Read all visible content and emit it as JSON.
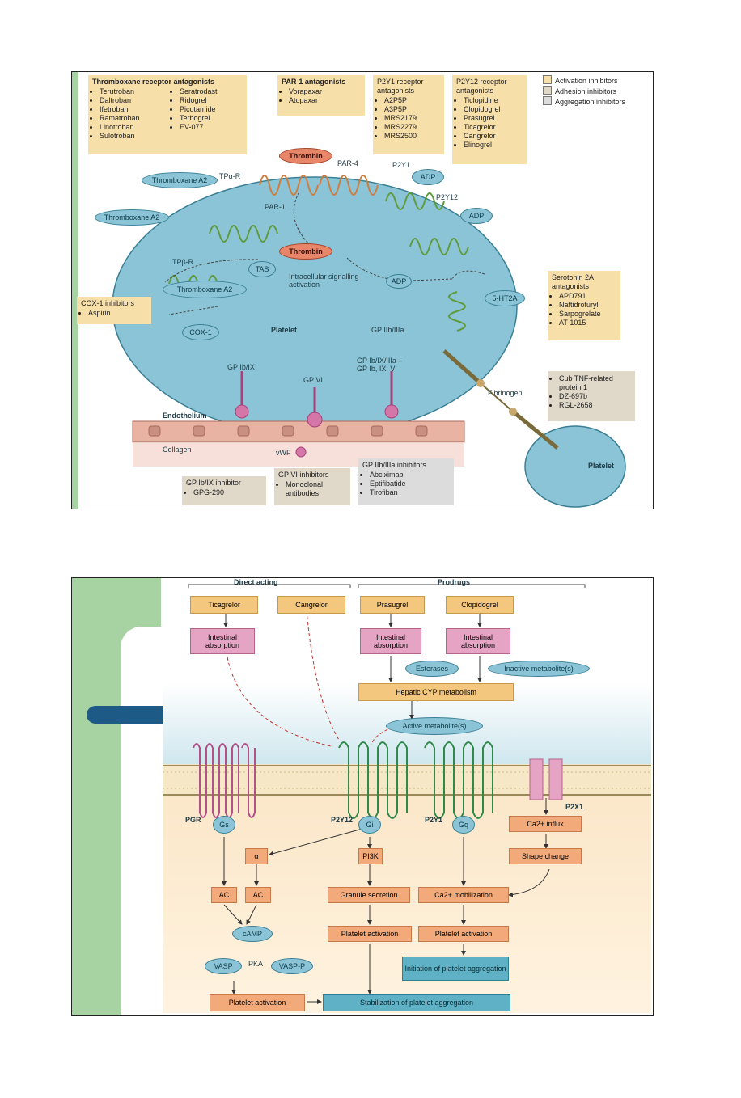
{
  "top": {
    "legend": [
      {
        "label": "Activation inhibitors",
        "color": "#f7dfaa"
      },
      {
        "label": "Adhesion inhibitors",
        "color": "#e0d8c8"
      },
      {
        "label": "Aggregation inhibitors",
        "color": "#dcdcdc"
      }
    ],
    "tx_box": {
      "title": "Thromboxane receptor antagonists",
      "col1": [
        "Terutroban",
        "Seratrodast",
        "Daltroban",
        "Ifetroban",
        "Ramatroban",
        "Linotroban"
      ],
      "col2": [
        "Sulotroban",
        "Picotamide",
        "Ridogrel",
        "Terbogrel",
        "EV-077"
      ]
    },
    "par_box": {
      "title": "PAR-1 antagonists",
      "items": [
        "Vorapaxar",
        "Atopaxar"
      ]
    },
    "p2y1_box": {
      "title": "P2Y1 receptor antagonists",
      "items": [
        "A2P5P",
        "A3P5P",
        "MRS2179",
        "MRS2279",
        "MRS2500"
      ]
    },
    "p2y12_box": {
      "title": "P2Y12 receptor antagonists",
      "items": [
        "Ticlopidine",
        "Clopidogrel",
        "Prasugrel",
        "Ticagrelor",
        "Cangrelor",
        "Elinogrel"
      ]
    },
    "cox_box": {
      "title": "COX-1 inhibitors",
      "items": [
        "Aspirin"
      ]
    },
    "sero_box": {
      "title": "Serotonin 2A antagonists",
      "items": [
        "APD791",
        "Naftidrofuryl",
        "Sarpogrelate",
        "AT-1015"
      ]
    },
    "gpib_box": {
      "title": "GP Ib/IX inhibitor",
      "items": [
        "GPG-290"
      ]
    },
    "gpvi_box": {
      "title": "GP VI inhibitors",
      "items": [
        "Monoclonal antibodies"
      ]
    },
    "gpiib_box": {
      "title": "GP IIb/IIIa inhibitors",
      "items": [
        "Abciximab",
        "Eptifibatide",
        "Tirofiban"
      ]
    },
    "tnf_box": {
      "items": [
        "Cub TNF-related protein 1",
        "DZ-697b",
        "RGL-2658"
      ]
    },
    "ovals": {
      "thromboxane_a2_top": "Thromboxane A2",
      "thromboxane_a2_left": "Thromboxane A2",
      "thrombin_top": "Thrombin",
      "thrombin_mid": "Thrombin",
      "adp_1": "ADP",
      "adp_2": "ADP",
      "adp_inner": "ADP",
      "tas": "TAS",
      "thromboxane_inner": "Thromboxane A2",
      "cox1": "COX-1",
      "ht2a": "5-HT2A"
    },
    "labels": {
      "tpa_r": "TPα-R",
      "tp_r": "TPβ-R",
      "par4": "PAR-4",
      "par1": "PAR-1",
      "p2y1": "P2Y1",
      "p2y12": "P2Y12",
      "platelet": "Platelet",
      "platelet2": "Platelet",
      "gpiibiiia_in": "GP IIb/IIIa",
      "gpib_ix": "GP Ib/IX",
      "gpvi": "GP VI",
      "gpib_ix_v": "GP Ib/IX/IIIa – GP Ib, IX, V",
      "fibrinogen": "Fibrinogen",
      "endothelium": "Endothelium",
      "collagen": "Collagen",
      "vwf": "vWF",
      "intracell": "Intracellular signalling activation"
    }
  },
  "bottom": {
    "direct_title": "Direct acting",
    "prodrug_title": "Prodrugs",
    "drugs": [
      "Ticagrelor",
      "Cangrelor",
      "Prasugrel",
      "Clopidogrel"
    ],
    "absorption": [
      "Intestinal absorption",
      "Intestinal absorption",
      "Intestinal absorption"
    ],
    "esterases": "Esterases",
    "inactive": "Inactive metabolite(s)",
    "hepatic": "Hepatic CYP metabolism",
    "active": "Active metabolite(s)",
    "p2x1": "P2X1",
    "ca_influx": "Ca2+ influx",
    "shape": "Shape change",
    "p2y12": "P2Y12",
    "p2y1": "P2Y1",
    "pgr": "PGR",
    "gs": "Gs",
    "gi": "Gi",
    "gq": "Gq",
    "alpha": "α",
    "pi3k": "PI3K",
    "ac1": "AC",
    "ac2": "AC",
    "camp": "cAMP",
    "vasp": "VASP",
    "vaspp": "VASP-P",
    "pka": "PKA",
    "granule": "Granule secretion",
    "ca_mob": "Ca2+ mobilization",
    "plt_act1": "Platelet activation",
    "plt_act2": "Platelet activation",
    "plt_act3": "Platelet activation",
    "initiation": "Initiation of platelet aggregation",
    "stabilization": "Stabilization of platelet aggregation"
  }
}
